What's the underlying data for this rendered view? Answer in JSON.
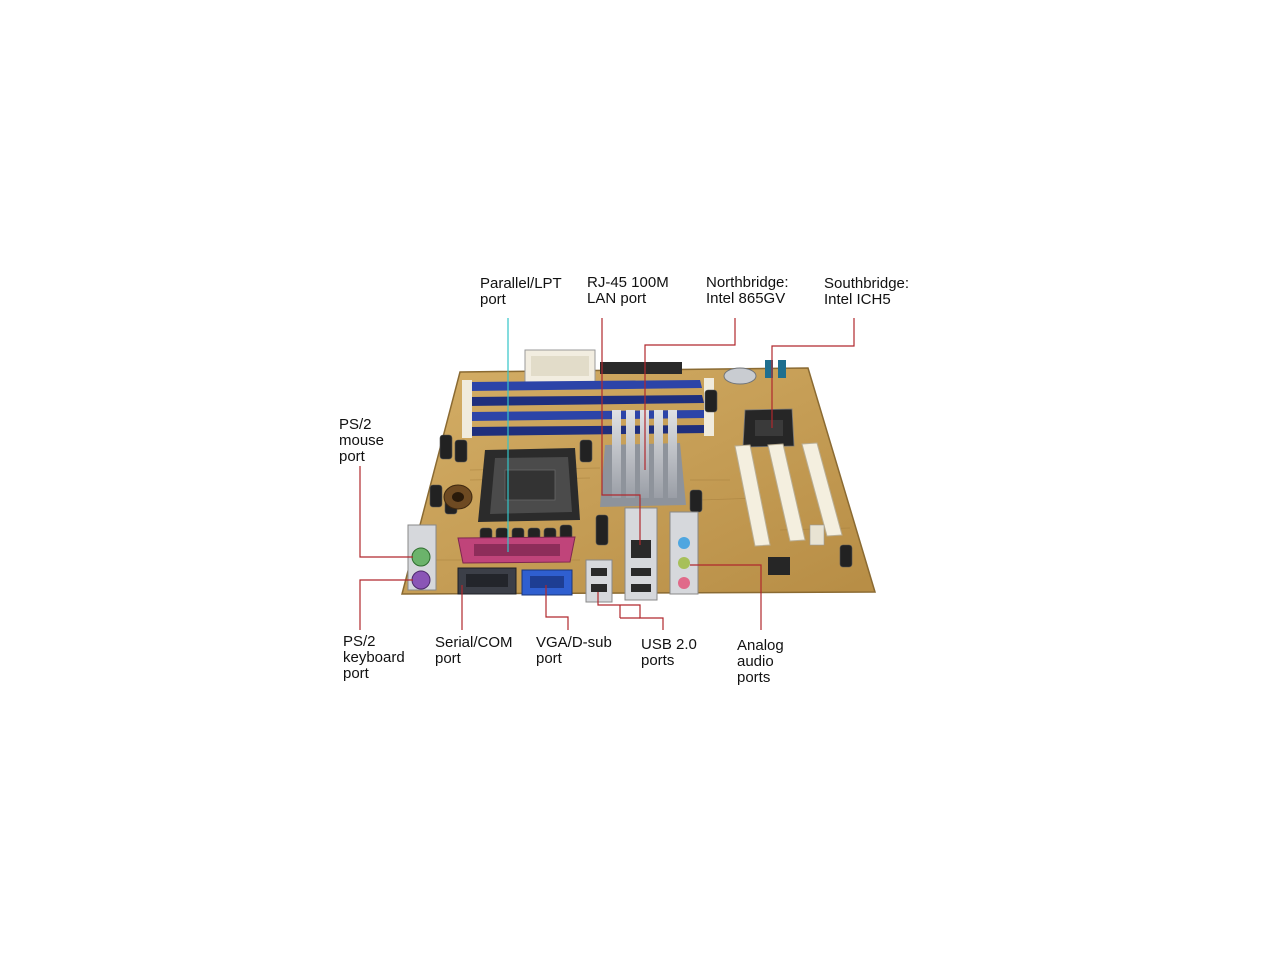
{
  "labels": {
    "parallel": "Parallel/LPT\nport",
    "rj45": "RJ-45 100M\nLAN port",
    "northbridge": "Northbridge:\nIntel 865GV",
    "southbridge": "Southbridge:\nIntel ICH5",
    "ps2_mouse": "PS/2\nmouse\nport",
    "ps2_keyboard": "PS/2\nkeyboard\nport",
    "serial": "Serial/COM\nport",
    "vga": "VGA/D-sub\nport",
    "usb": "USB 2.0\nports",
    "audio": "Analog\naudio\nports"
  },
  "colors": {
    "pcb": "#c8a25a",
    "pcb_dark": "#9a7433",
    "dimm_slot": "#2c44a8",
    "pci_slot": "#f4efdf",
    "leader_red": "#b0282d",
    "leader_cyan": "#33c4c8",
    "parallel_port": "#c0447a",
    "vga_port": "#2f5fd0",
    "serial_port": "#3c3f48",
    "ps2_mouse": "#6bb36b",
    "ps2_keyboard": "#8a55b6",
    "heatsink": "#b9bcc2"
  }
}
